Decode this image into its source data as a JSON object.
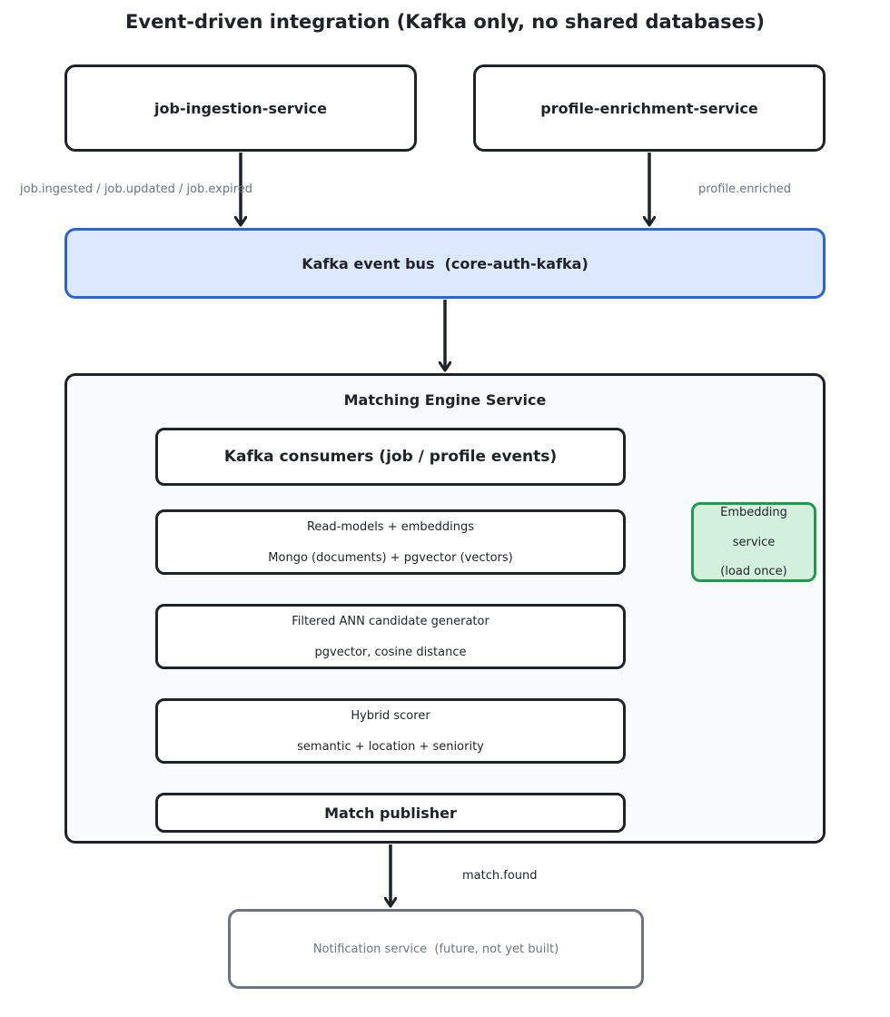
{
  "title": "Event-driven integration (Kafka only, no shared databases)",
  "nodes": {
    "job_ingestion": "job-ingestion-service",
    "profile_enrichment": "profile-enrichment-service",
    "kafka_bus": "Kafka event bus  (core-auth-kafka)",
    "engine_title": "Matching Engine Service",
    "consumers": "Kafka consumers (job / profile events)",
    "read_models": {
      "line1": "Read-models + embeddings",
      "line2": "Mongo (documents) + pgvector (vectors)"
    },
    "candidate_gen": {
      "line1": "Filtered ANN candidate generator",
      "line2": "pgvector, cosine distance"
    },
    "hybrid_scorer": {
      "line1": "Hybrid scorer",
      "line2": "semantic + location + seniority"
    },
    "publisher": "Match publisher",
    "embedding": {
      "line1": "Embedding",
      "line2": "service",
      "line3": "(load once)"
    },
    "notification": "Notification service  (future, not yet built)"
  },
  "edges": {
    "job_events": "job.ingested / job.updated / job.expired",
    "profile_events": "profile.enriched",
    "match_events": "match.found"
  },
  "colors": {
    "ink": "#1f2328",
    "bus_fill": "#dbe8fd",
    "bus_border": "#2b63d9",
    "embed_fill": "#d3f0dd",
    "embed_border": "#1e9b4b",
    "muted": "#6b7480"
  }
}
